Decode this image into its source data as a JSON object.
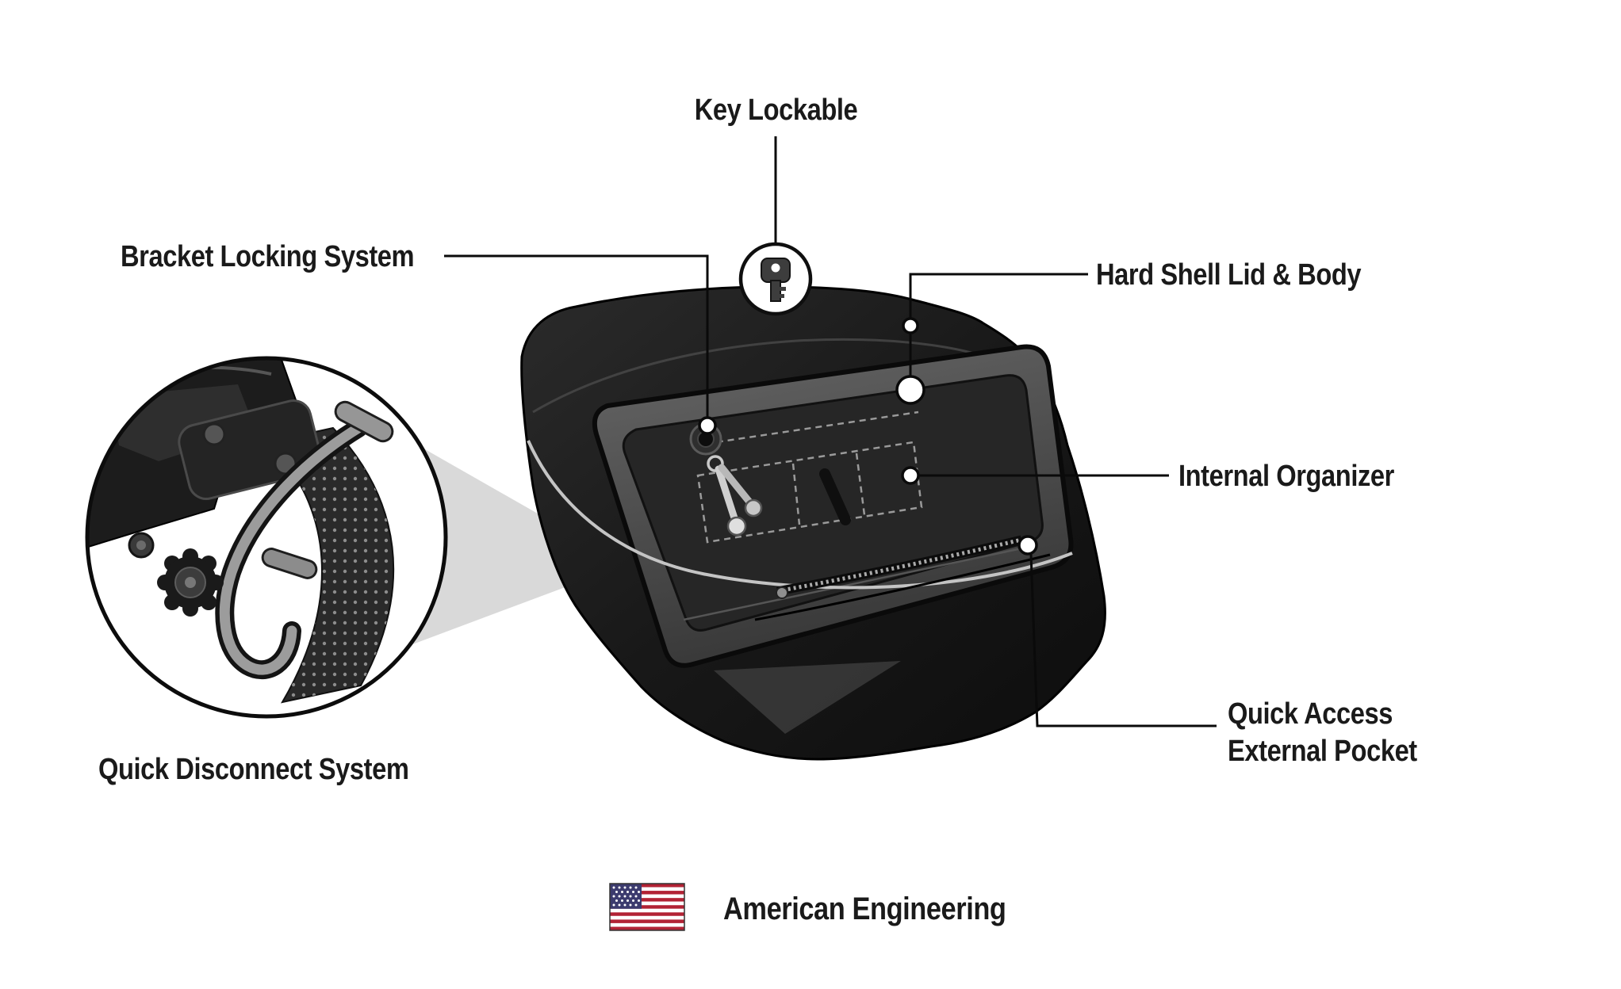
{
  "title": "Motorcycle Hard Saddlebag Features Diagram",
  "labels": {
    "key_lockable": "Key Lockable",
    "bracket_locking_system": "Bracket Locking System",
    "hard_shell_lid_body": "Hard Shell Lid & Body",
    "internal_organizer": "Internal Organizer",
    "quick_access_line1": "Quick Access",
    "quick_access_line2": "External Pocket",
    "quick_disconnect_system": "Quick Disconnect System",
    "american_engineering": "American Engineering"
  },
  "icons": {
    "key": "key-icon",
    "flag": "us-flag-icon"
  },
  "colors": {
    "background": "#ffffff",
    "text": "#1a1a1a",
    "callout_line": "#0a0a0a",
    "bag_body_dark": "#1b1b1b",
    "bag_interior_gray": "#4d4d4d",
    "magnifier_wedge": "#d9d9d9",
    "flag_red": "#b22234",
    "flag_blue": "#3c3b6e"
  }
}
